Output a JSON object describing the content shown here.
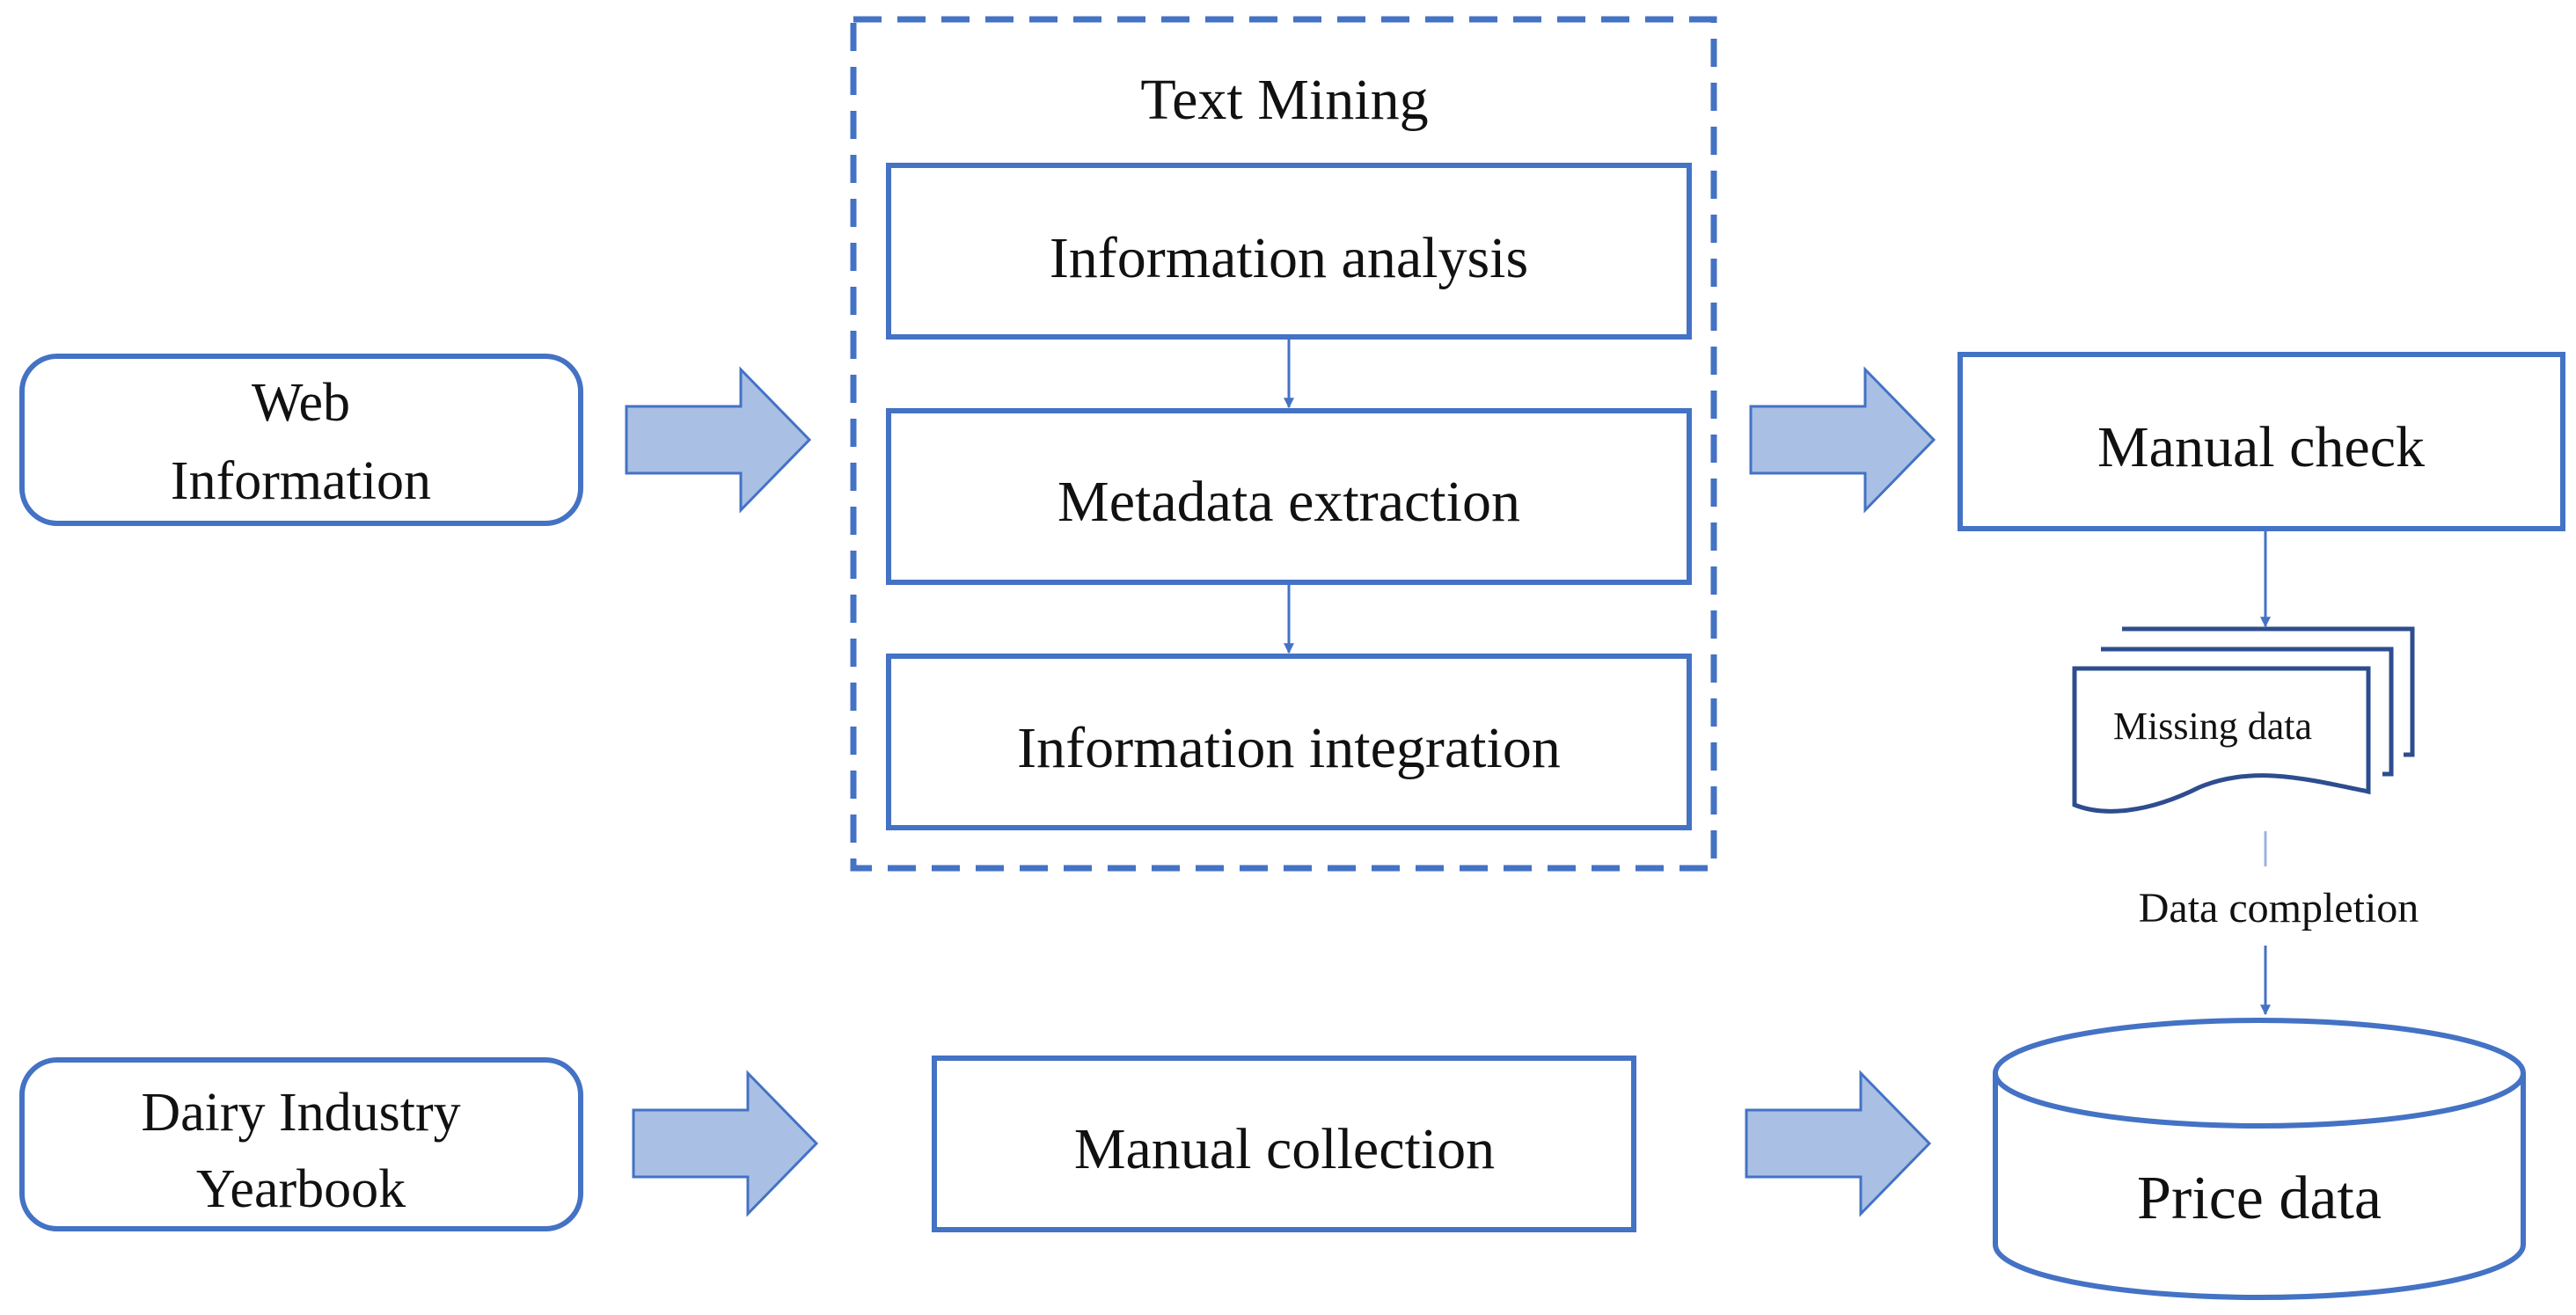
{
  "diagram": {
    "colors": {
      "stroke": "#4472C4",
      "arrow_fill": "#A9C0E4",
      "arrow_stroke": "#4472C4",
      "text": "#111111"
    },
    "sources": {
      "web_line1": "Web",
      "web_line2": "Information",
      "dairy_line1": "Dairy Industry",
      "dairy_line2": "Yearbook"
    },
    "text_mining": {
      "title": "Text Mining",
      "steps": [
        "Information analysis",
        "Metadata extraction",
        "Information integration"
      ]
    },
    "manual_check": "Manual check",
    "missing_data": "Missing data",
    "data_completion": "Data completion",
    "manual_collection": "Manual collection",
    "price_data": "Price data"
  }
}
